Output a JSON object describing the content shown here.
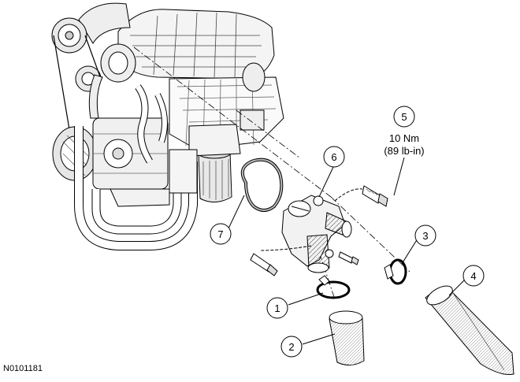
{
  "figure_id": "N0101181",
  "callouts": [
    {
      "num": "1"
    },
    {
      "num": "2"
    },
    {
      "num": "3"
    },
    {
      "num": "4"
    },
    {
      "num": "5"
    },
    {
      "num": "6"
    },
    {
      "num": "7"
    }
  ],
  "torque_spec": {
    "value": "10 Nm",
    "imperial": "(89 lb-in)"
  }
}
